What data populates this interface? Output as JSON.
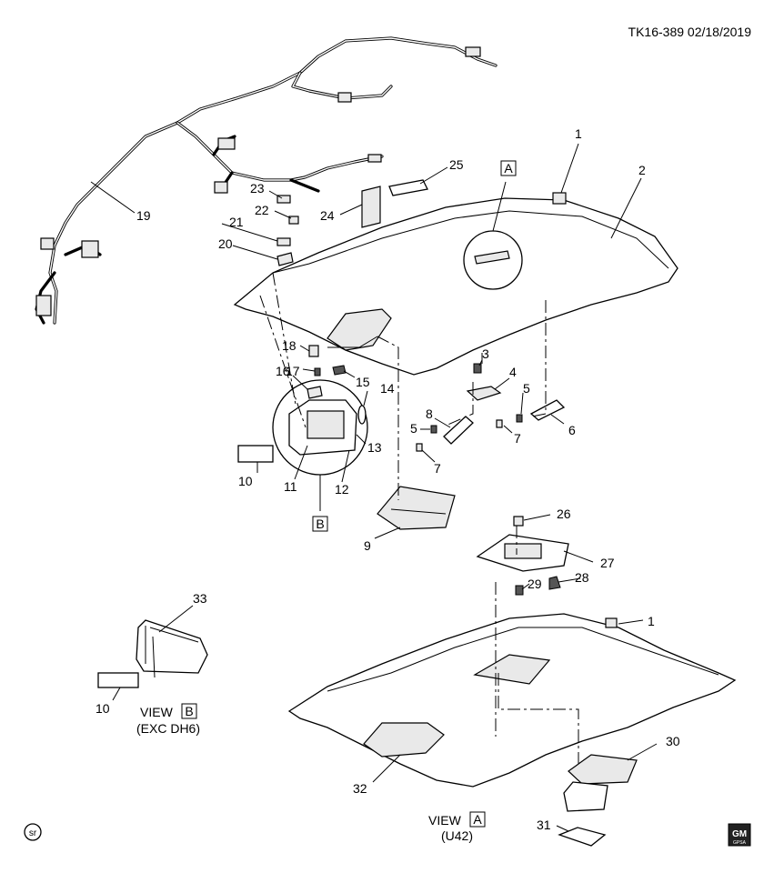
{
  "header": {
    "ref": "TK16-389 02/18/2019"
  },
  "callouts": {
    "c1": "1",
    "c2": "2",
    "c3": "3",
    "c4": "4",
    "c5a": "5",
    "c5b": "5",
    "c6": "6",
    "c7a": "7",
    "c7b": "7",
    "c8": "8",
    "c9": "9",
    "c10a": "10",
    "c10b": "10",
    "c11": "11",
    "c12": "12",
    "c13": "13",
    "c14": "14",
    "c15": "15",
    "c16": "16",
    "c17": "17",
    "c18": "18",
    "c19": "19",
    "c20": "20",
    "c21": "21",
    "c22": "22",
    "c23": "23",
    "c24": "24",
    "c25": "25",
    "c26": "26",
    "c27": "27",
    "c28": "28",
    "c29": "29",
    "c30": "30",
    "c31": "31",
    "c32": "32",
    "c33": "33",
    "c1b": "1"
  },
  "markers": {
    "a": "A",
    "b": "B"
  },
  "views": {
    "b_label": "VIEW",
    "b_box": "B",
    "b_note": "(EXC DH6)",
    "a_label": "VIEW",
    "a_box": "A",
    "a_note": "(U42)"
  },
  "corner": {
    "left_badge": "sr",
    "logo_top": "GM",
    "logo_bottom": "GPSA"
  }
}
